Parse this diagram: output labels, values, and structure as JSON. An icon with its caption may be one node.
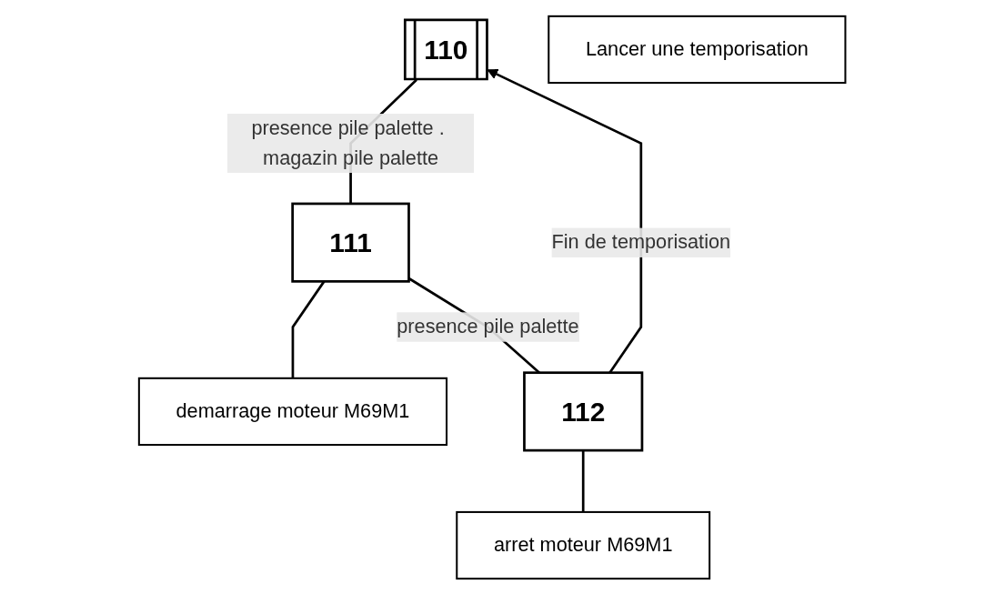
{
  "diagram": {
    "nodes": [
      {
        "text": [
          "110"
        ]
      },
      {
        "text": [
          "111"
        ]
      },
      {
        "text": [
          "demarrage moteur M69M1"
        ]
      },
      {
        "text": [
          "112"
        ]
      },
      {
        "text": [
          "arret moteur M69M1"
        ]
      },
      {
        "text": [
          "Lancer une  temporisation"
        ]
      }
    ],
    "edges": [
      {
        "from": 0,
        "to": 1,
        "arrow": "none",
        "label": "presence pile palette . magazin pile palette"
      },
      {
        "from": 1,
        "to": 2,
        "arrow": "none"
      },
      {
        "from": 1,
        "to": 3,
        "arrow": "none",
        "label": "presence pile palette"
      },
      {
        "from": 3,
        "to": 4,
        "arrow": "none"
      },
      {
        "from": 3,
        "to": 0,
        "arrow": "to",
        "label": "Fin de temporisation"
      }
    ]
  }
}
